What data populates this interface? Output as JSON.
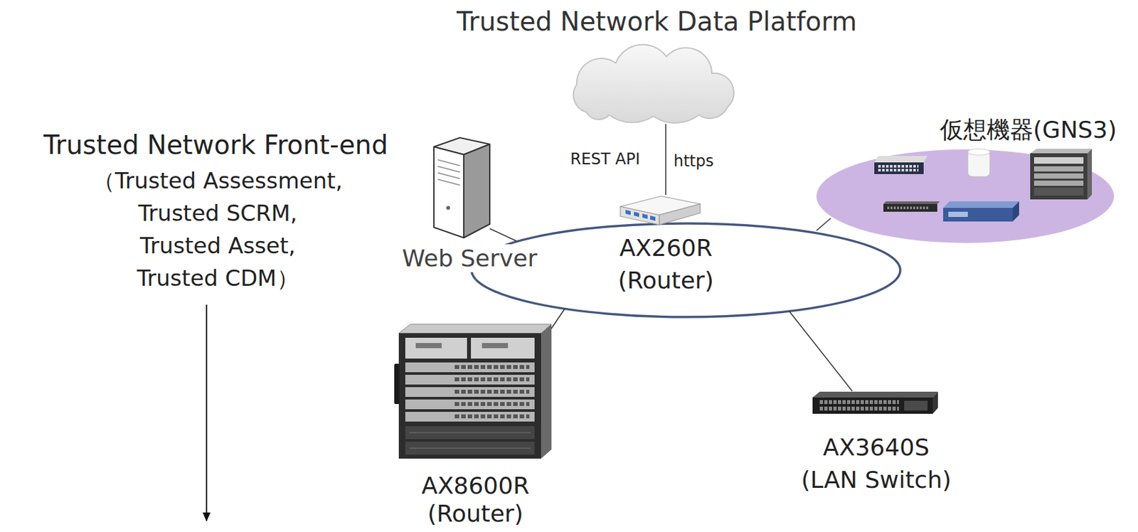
{
  "diagram": {
    "nodes": [
      {
        "text": [
          "Trusted Network Data Platform"
        ]
      },
      {
        "text": [
          "Web Server"
        ]
      },
      {
        "text": [
          "AX260R (Router)"
        ]
      },
      {
        "text": [
          "仮想機器(GNS3)"
        ]
      },
      {
        "text": [
          "AX8600R (Router)"
        ]
      },
      {
        "text": [
          "AX3640S (LAN Switch)"
        ]
      }
    ],
    "edges": [
      {
        "from": 0,
        "to": 2,
        "label": "REST API",
        "arrow": "none"
      }
    ],
    "labels": [
      "Trusted Network Front-end",
      "（Trusted Assessment, Trusted SCRM, Trusted Asset, Trusted CDM）",
      "https"
    ]
  }
}
